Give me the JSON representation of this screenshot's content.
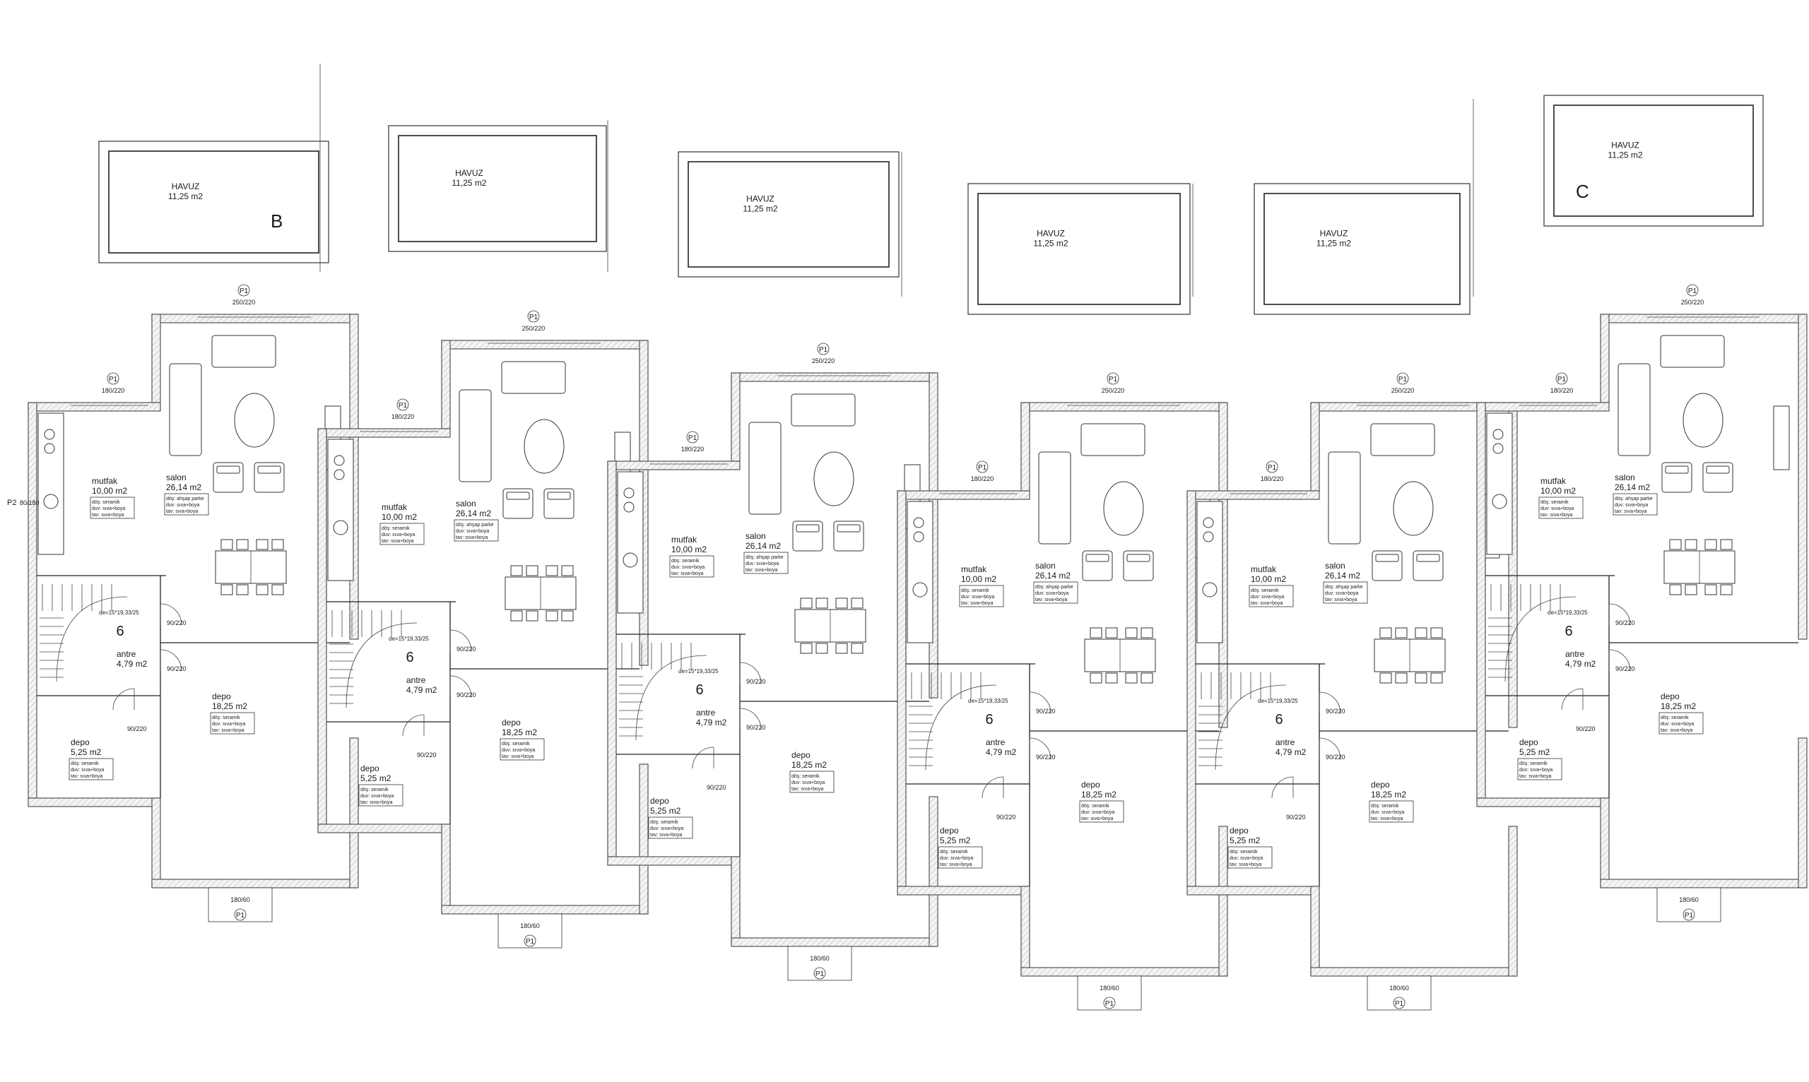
{
  "labels": {
    "block_b": "B",
    "block_c": "C",
    "door_p1": "P1",
    "door_p2": "P2",
    "stair_number": "6",
    "stair_spec": "de=15*19,33/25"
  },
  "units": [
    {
      "havuz": {
        "name": "HAVUZ",
        "area": "11,25 m2"
      },
      "mutfak": {
        "name": "mutfak",
        "area": "10,00 m2",
        "f1": "döş: seramik",
        "f2": "duv: sıva+boya",
        "f3": "tav: sıva+boya"
      },
      "salon": {
        "name": "salon",
        "area": "26,14 m2",
        "f1": "döş: ahşap parke",
        "f2": "duv: sıva+boya",
        "f3": "tav: sıva+boya"
      },
      "antre": {
        "name": "antre",
        "area": "4,79 m2"
      },
      "depo_big": {
        "name": "depo",
        "area": "18,25 m2",
        "f1": "döş: seramik",
        "f2": "duv: sıva+boya",
        "f3": "tav: sıva+boya"
      },
      "depo_small": {
        "name": "depo",
        "area": "5,25 m2",
        "f1": "döş: seramik",
        "f2": "duv: sıva+boya",
        "f3": "tav: sıva+boya"
      },
      "win_main": "250/220",
      "win_side": "180/220",
      "door_front": "180/60",
      "door_a": "90/220",
      "door_b": "90/220",
      "door_c": "90/220",
      "p2_dim": "80/180"
    },
    {
      "havuz": {
        "name": "HAVUZ",
        "area": "11,25 m2"
      },
      "mutfak": {
        "name": "mutfak",
        "area": "10,00 m2",
        "f1": "döş: seramik",
        "f2": "duv: sıva+boya",
        "f3": "tav: sıva+boya"
      },
      "salon": {
        "name": "salon",
        "area": "26,14 m2",
        "f1": "döş: ahşap parke",
        "f2": "duv: sıva+boya",
        "f3": "tav: sıva+boya"
      },
      "antre": {
        "name": "antre",
        "area": "4,79 m2"
      },
      "depo_big": {
        "name": "depo",
        "area": "18,25 m2",
        "f1": "döş: seramik",
        "f2": "duv: sıva+boya",
        "f3": "tav: sıva+boya"
      },
      "depo_small": {
        "name": "depo",
        "area": "5,25 m2",
        "f1": "döş: seramik",
        "f2": "duv: sıva+boya",
        "f3": "tav: sıva+boya"
      },
      "win_main": "250/220",
      "win_side": "180/220",
      "door_front": "180/60",
      "door_a": "90/220",
      "door_b": "90/220",
      "door_c": "90/220"
    },
    {
      "havuz": {
        "name": "HAVUZ",
        "area": "11,25 m2"
      },
      "mutfak": {
        "name": "mutfak",
        "area": "10,00 m2",
        "f1": "döş: seramik",
        "f2": "duv: sıva+boya",
        "f3": "tav: sıva+boya"
      },
      "salon": {
        "name": "salon",
        "area": "26,14 m2",
        "f1": "döş: ahşap parke",
        "f2": "duv: sıva+boya",
        "f3": "tav: sıva+boya"
      },
      "antre": {
        "name": "antre",
        "area": "4,79 m2"
      },
      "depo_big": {
        "name": "depo",
        "area": "18,25 m2",
        "f1": "döş: seramik",
        "f2": "duv: sıva+boya",
        "f3": "tav: sıva+boya"
      },
      "depo_small": {
        "name": "depo",
        "area": "5,25 m2",
        "f1": "döş: seramik",
        "f2": "duv: sıva+boya",
        "f3": "tav: sıva+boya"
      },
      "win_main": "250/220",
      "win_side": "180/220",
      "door_front": "180/60",
      "door_a": "90/220",
      "door_b": "90/220",
      "door_c": "90/220"
    },
    {
      "havuz": {
        "name": "HAVUZ",
        "area": "11,25 m2"
      },
      "mutfak": {
        "name": "mutfak",
        "area": "10,00 m2",
        "f1": "döş: seramik",
        "f2": "duv: sıva+boya",
        "f3": "tav: sıva+boya"
      },
      "salon": {
        "name": "salon",
        "area": "26,14 m2",
        "f1": "döş: ahşap parke",
        "f2": "duv: sıva+boya",
        "f3": "tav: sıva+boya"
      },
      "antre": {
        "name": "antre",
        "area": "4,79 m2"
      },
      "depo_big": {
        "name": "depo",
        "area": "18,25 m2",
        "f1": "döş: seramik",
        "f2": "duv: sıva+boya",
        "f3": "tav: sıva+boya"
      },
      "depo_small": {
        "name": "depo",
        "area": "5,25 m2",
        "f1": "döş: seramik",
        "f2": "duv: sıva+boya",
        "f3": "tav: sıva+boya"
      },
      "win_main": "250/220",
      "win_side": "180/220",
      "door_front": "180/60",
      "door_a": "90/220",
      "door_b": "90/220",
      "door_c": "90/220"
    },
    {
      "havuz": {
        "name": "HAVUZ",
        "area": "11,25 m2"
      },
      "mutfak": {
        "name": "mutfak",
        "area": "10,00 m2",
        "f1": "döş: seramik",
        "f2": "duv: sıva+boya",
        "f3": "tav: sıva+boya"
      },
      "salon": {
        "name": "salon",
        "area": "26,14 m2",
        "f1": "döş: ahşap parke",
        "f2": "duv: sıva+boya",
        "f3": "tav: sıva+boya"
      },
      "antre": {
        "name": "antre",
        "area": "4,79 m2"
      },
      "depo_big": {
        "name": "depo",
        "area": "18,25 m2",
        "f1": "döş: seramik",
        "f2": "duv: sıva+boya",
        "f3": "tav: sıva+boya"
      },
      "depo_small": {
        "name": "depo",
        "area": "5,25 m2",
        "f1": "döş: seramik",
        "f2": "duv: sıva+boya",
        "f3": "tav: sıva+boya"
      },
      "win_main": "250/220",
      "win_side": "180/220",
      "door_front": "180/60",
      "door_a": "90/220",
      "door_b": "90/220",
      "door_c": "90/220"
    },
    {
      "havuz": {
        "name": "HAVUZ",
        "area": "11,25 m2"
      },
      "mutfak": {
        "name": "mutfak",
        "area": "10,00 m2",
        "f1": "döş: seramik",
        "f2": "duv: sıva+boya",
        "f3": "tav: sıva+boya"
      },
      "salon": {
        "name": "salon",
        "area": "26,14 m2",
        "f1": "döş: ahşap parke",
        "f2": "duv: sıva+boya",
        "f3": "tav: sıva+boya"
      },
      "antre": {
        "name": "antre",
        "area": "4,79 m2"
      },
      "depo_big": {
        "name": "depo",
        "area": "18,25 m2",
        "f1": "döş: seramik",
        "f2": "duv: sıva+boya",
        "f3": "tav: sıva+boya"
      },
      "depo_small": {
        "name": "depo",
        "area": "5,25 m2",
        "f1": "döş: seramik",
        "f2": "duv: sıva+boya",
        "f3": "tav: sıva+boya"
      },
      "win_main": "250/220",
      "win_side": "180/220",
      "door_front": "180/60",
      "door_a": "90/220",
      "door_b": "90/220",
      "door_c": "90/220"
    }
  ]
}
